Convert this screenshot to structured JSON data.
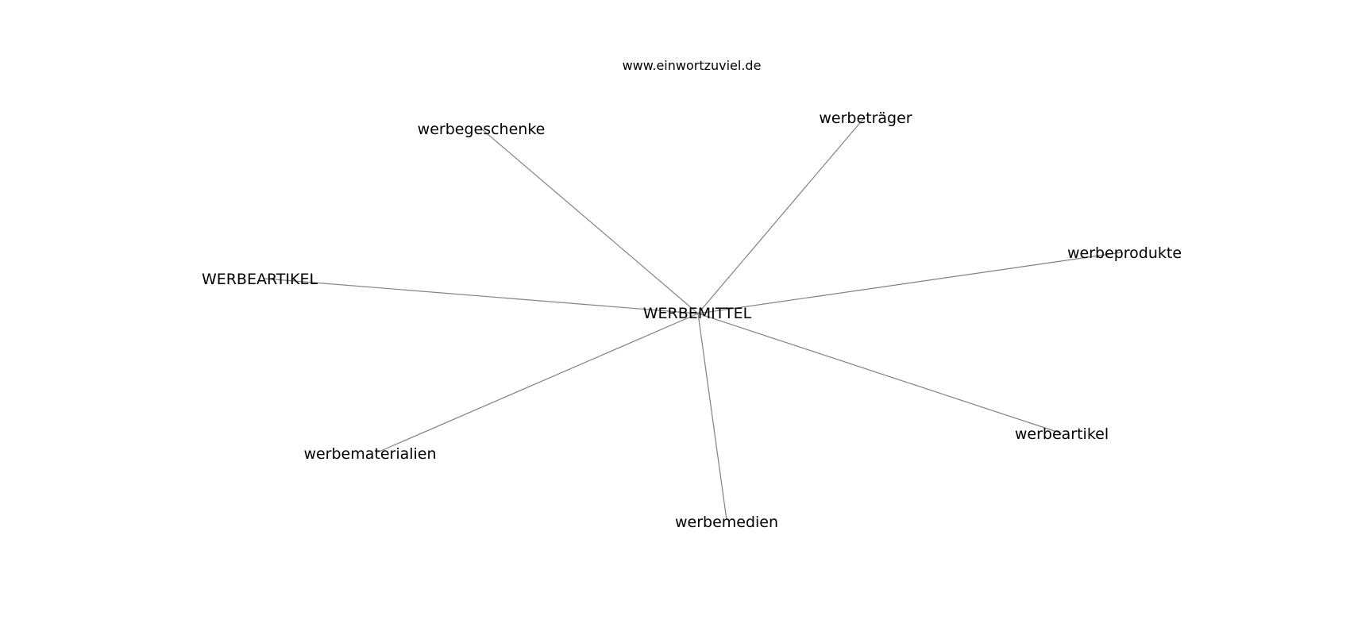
{
  "diagram": {
    "source_label": "www.einwortzuviel.de",
    "center_node": {
      "id": "center",
      "label": "WERBEMITTEL"
    },
    "nodes": [
      {
        "id": "werbegeschenke",
        "label": "werbegeschenke"
      },
      {
        "id": "werbetraeger",
        "label": "werbeträger"
      },
      {
        "id": "werbeprodukte",
        "label": "werbeprodukte"
      },
      {
        "id": "werbeartikel-upper",
        "label": "WERBEARTIKEL"
      },
      {
        "id": "werbeartikel",
        "label": "werbeartikel"
      },
      {
        "id": "werbematerialien",
        "label": "werbematerialien"
      },
      {
        "id": "werbemedien",
        "label": "werbemedien"
      }
    ],
    "edges": [
      {
        "from": "center",
        "to": "werbegeschenke"
      },
      {
        "from": "center",
        "to": "werbetraeger"
      },
      {
        "from": "center",
        "to": "werbeprodukte"
      },
      {
        "from": "center",
        "to": "werbeartikel-upper"
      },
      {
        "from": "center",
        "to": "werbeartikel"
      },
      {
        "from": "center",
        "to": "werbematerialien"
      },
      {
        "from": "center",
        "to": "werbemedien"
      }
    ],
    "colors": {
      "edge": "#808080",
      "text": "#000000",
      "background": "#ffffff"
    }
  }
}
